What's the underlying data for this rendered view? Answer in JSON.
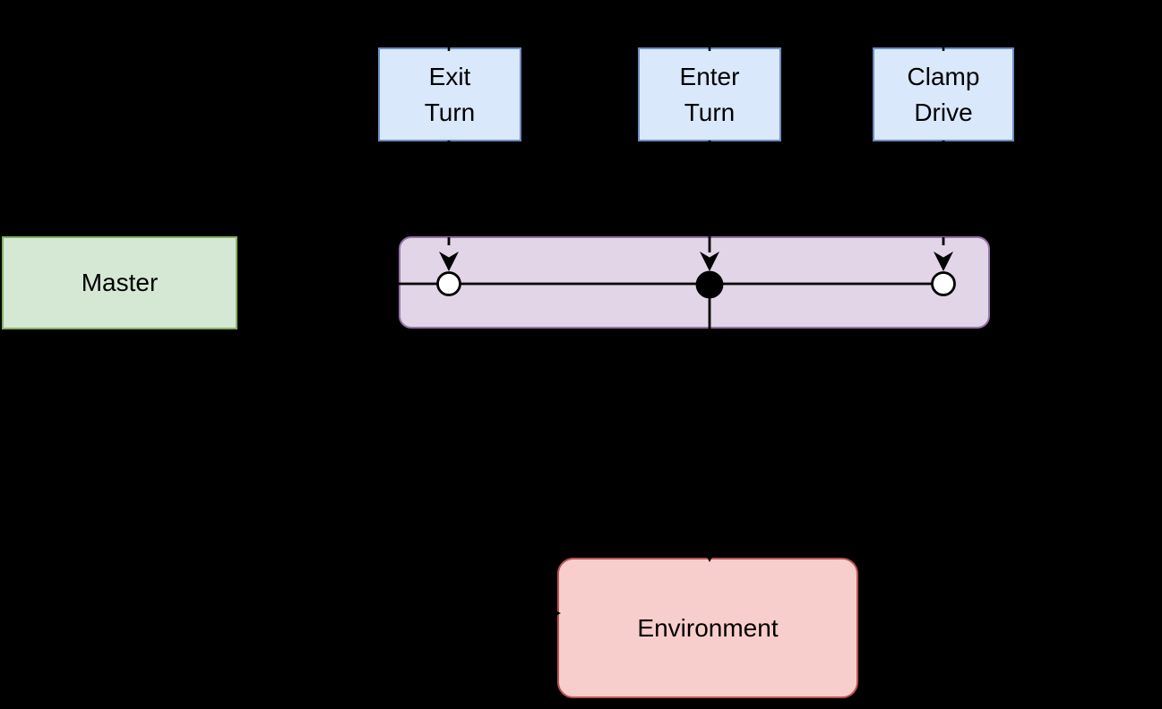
{
  "diagram": {
    "background_color": "#000000",
    "connector_color": "#000000",
    "nodes": {
      "exit_turn": {
        "label": "Exit\nTurn",
        "fill": "#dae8fc",
        "border": "#6c8ebf"
      },
      "enter_turn": {
        "label": "Enter\nTurn",
        "fill": "#dae8fc",
        "border": "#6c8ebf"
      },
      "clamp_drive": {
        "label": "Clamp\nDrive",
        "fill": "#dae8fc",
        "border": "#6c8ebf"
      },
      "master": {
        "label": "Master",
        "fill": "#d5e8d4",
        "border": "#82b366"
      },
      "event_bus": {
        "label": "",
        "fill": "#e1d5e7",
        "border": "#9673a6"
      },
      "environment": {
        "label": "Environment",
        "fill": "#f8cecc",
        "border": "#b85450"
      }
    },
    "ports": {
      "exit_turn_port": {
        "style": "open",
        "fill": "#ffffff"
      },
      "enter_turn_port": {
        "style": "filled",
        "fill": "#000000"
      },
      "clamp_drive_port": {
        "style": "open",
        "fill": "#ffffff"
      }
    },
    "edges": {
      "exit_turn_to_port": {
        "style": "dashed",
        "arrow": "down"
      },
      "enter_turn_to_port": {
        "style": "solid",
        "arrow": "down"
      },
      "clamp_drive_to_port": {
        "style": "dashed",
        "arrow": "down"
      },
      "master_to_bus": {
        "style": "solid",
        "arrow": "none"
      },
      "bus_to_environment": {
        "style": "solid",
        "arrow": "down"
      },
      "master_to_environment": {
        "style": "solid",
        "arrow": "right"
      }
    }
  }
}
